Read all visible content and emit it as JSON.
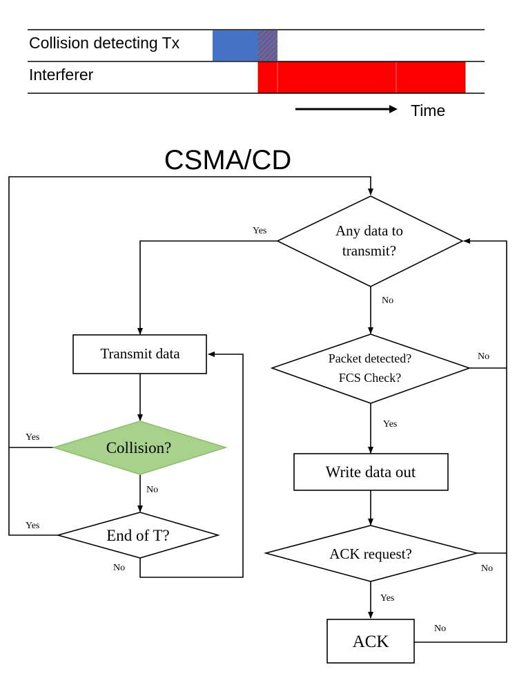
{
  "timeline": {
    "row1_label": "Collision detecting Tx",
    "row2_label": "Interferer",
    "time_label": "Time",
    "colors": {
      "tx": "#4472c4",
      "collision_hatch": "#c0392b",
      "interferer": "#ff0000"
    }
  },
  "flowchart": {
    "title": "CSMA/CD",
    "any_data": [
      "Any data to",
      "transmit?"
    ],
    "transmit_data": "Transmit data",
    "collision": "Collision?",
    "end_of_t": "End of T?",
    "packet_detected": [
      "Packet detected?",
      "FCS Check?"
    ],
    "write_data_out": "Write data out",
    "ack_request": "ACK request?",
    "ack": "ACK",
    "labels": {
      "yes_any_data": "Yes",
      "no_any_data": "No",
      "no_packet": "No",
      "yes_packet": "Yes",
      "yes_collision": "Yes",
      "no_collision": "No",
      "yes_end_of_t": "Yes",
      "no_end_of_t": "No",
      "yes_ack_request": "Yes",
      "no_ack_request": "No",
      "no_ack": "No"
    },
    "colors": {
      "collision_fill": "#a9d18e",
      "collision_stroke": "#8bbf6a"
    }
  }
}
